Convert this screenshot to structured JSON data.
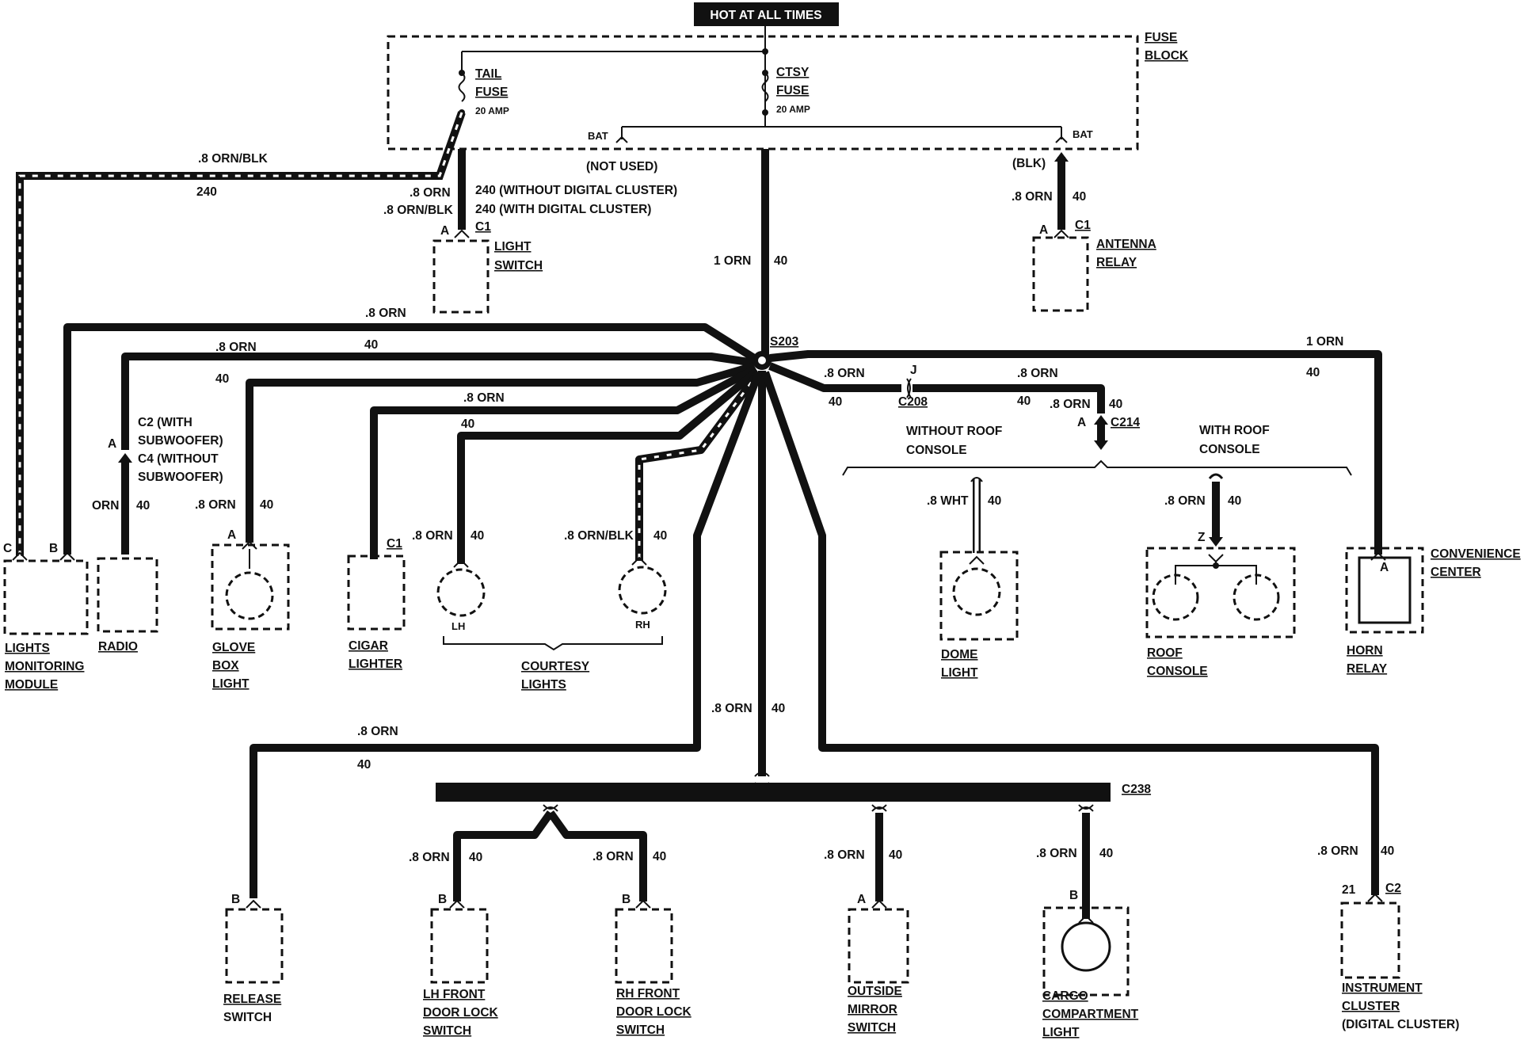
{
  "header": {
    "hot_label": "HOT AT ALL TIMES",
    "fuse_block": [
      "FUSE",
      "BLOCK"
    ]
  },
  "fuses": {
    "tail": [
      "TAIL",
      "FUSE",
      "20 AMP"
    ],
    "ctsy": [
      "CTSY",
      "FUSE",
      "20 AMP"
    ],
    "bat_left": "BAT",
    "bat_right": "BAT",
    "not_used": "(NOT USED)",
    "blk": "(BLK)"
  },
  "wires": {
    "orn_blk_240": [
      ".8 ORN/BLK",
      "240"
    ],
    "light_switch_feed": [
      ".8 ORN",
      ".8 ORN/BLK",
      "240 (WITHOUT DIGITAL CLUSTER)",
      "240 (WITH DIGITAL CLUSTER)"
    ],
    "main_trunk": [
      "1 ORN",
      "40"
    ],
    "antenna_feed": [
      ".8 ORN",
      "40"
    ],
    "lights_monitoring": [
      ".8 ORN"
    ],
    "radio_branch": [
      ".8 ORN",
      "40",
      "40"
    ],
    "glove_branch": [
      ".8 ORN",
      "40"
    ],
    "cigar_branch": [
      ".8 ORN",
      "40"
    ],
    "lh_courtesy": [
      ".8 ORN",
      "40"
    ],
    "rh_courtesy": [
      ".8 ORN/BLK",
      "40"
    ],
    "radio_wire": [
      "ORN",
      "40"
    ],
    "s203_right": [
      ".8 ORN",
      "40"
    ],
    "c208_right": [
      ".8 ORN",
      "40"
    ],
    "c214_feed": [
      ".8 ORN",
      "40"
    ],
    "convenience": [
      "1 ORN",
      "40"
    ],
    "dome": [
      ".8 WHT",
      "40"
    ],
    "roof": [
      ".8 ORN",
      "40"
    ],
    "release": [
      ".8 ORN",
      "40"
    ],
    "c238_trunk": [
      ".8 ORN",
      "40"
    ],
    "lh_door": [
      ".8 ORN",
      "40"
    ],
    "rh_door": [
      ".8 ORN",
      "40"
    ],
    "mirror": [
      ".8 ORN",
      "40"
    ],
    "cargo": [
      ".8 ORN",
      "40"
    ],
    "cluster": [
      ".8 ORN",
      "40"
    ]
  },
  "connectors": {
    "s203": "S203",
    "c208": "C208",
    "c208_pin": "J",
    "c214": "C214",
    "c214_pin": "A",
    "c238": "C238",
    "c1_light": "C1",
    "c1_light_pin": "A",
    "antenna_c": "C1",
    "antenna_pin": "A",
    "radio": [
      "C2 (WITH",
      "SUBWOOFER)",
      "C4 (WITHOUT",
      "SUBWOOFER)"
    ],
    "radio_pin": "A",
    "lmm_c": "C",
    "lmm_b": "B",
    "glove_pin": "A",
    "cigar_c": "C1",
    "horn_pin": "A",
    "roof_pin": "Z",
    "release_pin": "B",
    "lh_door_pin": "B",
    "rh_door_pin": "B",
    "mirror_pin": "A",
    "cargo_pin": "B",
    "cluster_pin": "21",
    "cluster_c": "C2"
  },
  "notes": {
    "without_roof": [
      "WITHOUT ROOF",
      "CONSOLE"
    ],
    "with_roof": [
      "WITH ROOF",
      "CONSOLE"
    ]
  },
  "components": {
    "light_switch": [
      "LIGHT",
      "SWITCH"
    ],
    "antenna_relay": [
      "ANTENNA",
      "RELAY"
    ],
    "lights_monitoring": [
      "LIGHTS",
      "MONITORING",
      "MODULE"
    ],
    "radio": [
      "RADIO"
    ],
    "glove_box": [
      "GLOVE",
      "BOX",
      "LIGHT"
    ],
    "cigar": [
      "CIGAR",
      "LIGHTER"
    ],
    "courtesy": [
      "COURTESY",
      "LIGHTS"
    ],
    "courtesy_lh": "LH",
    "courtesy_rh": "RH",
    "dome": [
      "DOME",
      "LIGHT"
    ],
    "roof": [
      "ROOF",
      "CONSOLE"
    ],
    "horn_relay": [
      "HORN",
      "RELAY"
    ],
    "convenience": [
      "CONVENIENCE",
      "CENTER"
    ],
    "release": [
      "RELEASE",
      "SWITCH"
    ],
    "lh_door": [
      "LH FRONT",
      "DOOR LOCK",
      "SWITCH"
    ],
    "rh_door": [
      "RH FRONT",
      "DOOR LOCK",
      "SWITCH"
    ],
    "mirror": [
      "OUTSIDE",
      "MIRROR",
      "SWITCH"
    ],
    "cargo": [
      "CARGO",
      "COMPARTMENT",
      "LIGHT"
    ],
    "cluster": [
      "INSTRUMENT",
      "CLUSTER",
      "(DIGITAL CLUSTER)"
    ]
  }
}
